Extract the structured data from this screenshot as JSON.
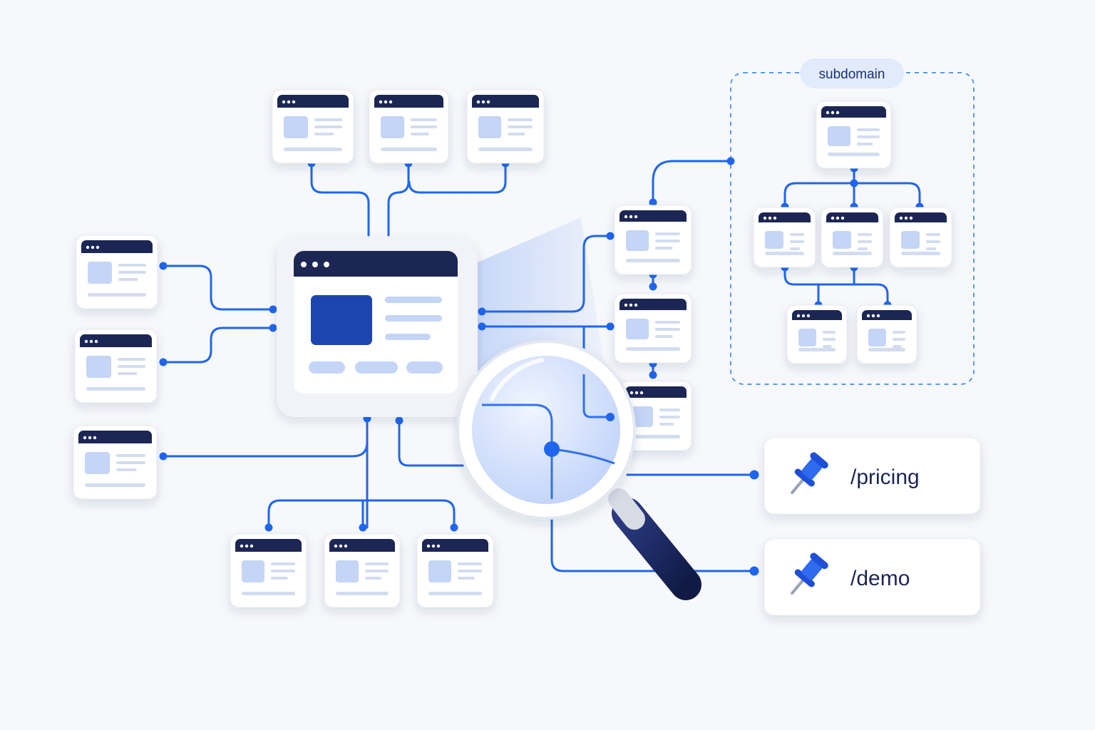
{
  "subdomain_group": {
    "label": "subdomain"
  },
  "pinned_pages": [
    {
      "label": "/pricing",
      "icon": "pushpin-icon"
    },
    {
      "label": "/demo",
      "icon": "pushpin-icon"
    }
  ],
  "icons": {
    "magnifier": "magnifying-glass-icon",
    "page": "web-page-icon"
  },
  "colors": {
    "accent": "#1f66ee",
    "navy": "#1b2554",
    "page_block": "#c4d5f6",
    "hero_block": "#1e45b0",
    "subdomain_border": "#5a9ae8",
    "background": "#f7f8fb"
  }
}
